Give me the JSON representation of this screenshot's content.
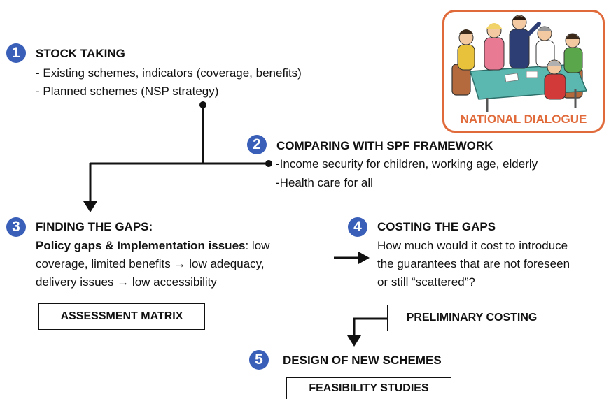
{
  "step1": {
    "number": "1",
    "title": "STOCK TAKING",
    "lines": [
      "- Existing schemes, indicators (coverage, benefits)",
      "- Planned schemes (NSP strategy)"
    ]
  },
  "step2": {
    "number": "2",
    "title": "COMPARING WITH SPF FRAMEWORK",
    "lines": [
      "-Income security for children, working age, elderly",
      "-Health care for all"
    ]
  },
  "step3": {
    "number": "3",
    "title": "FINDING THE GAPS:",
    "bold_lead": "Policy gaps & Implementation issues",
    "line1_rest": ": low",
    "lines": [
      "coverage, limited benefits → low adequacy,",
      "delivery issues → low accessibility"
    ],
    "box": "ASSESSMENT MATRIX"
  },
  "step4": {
    "number": "4",
    "title": "COSTING THE GAPS",
    "lines": [
      "How much would it cost to introduce",
      "the guarantees that are not foreseen",
      "or still “scattered”?"
    ],
    "box": "PRELIMINARY COSTING"
  },
  "step5": {
    "number": "5",
    "title": "DESIGN OF NEW SCHEMES",
    "box": "FEASIBILITY STUDIES"
  },
  "illustration": {
    "label": "NATIONAL DIALOGUE",
    "colors": {
      "border": "#e06a3a",
      "table": "#5bb8b0"
    }
  },
  "colors": {
    "badge": "#3a5fb8",
    "text": "#111111"
  }
}
